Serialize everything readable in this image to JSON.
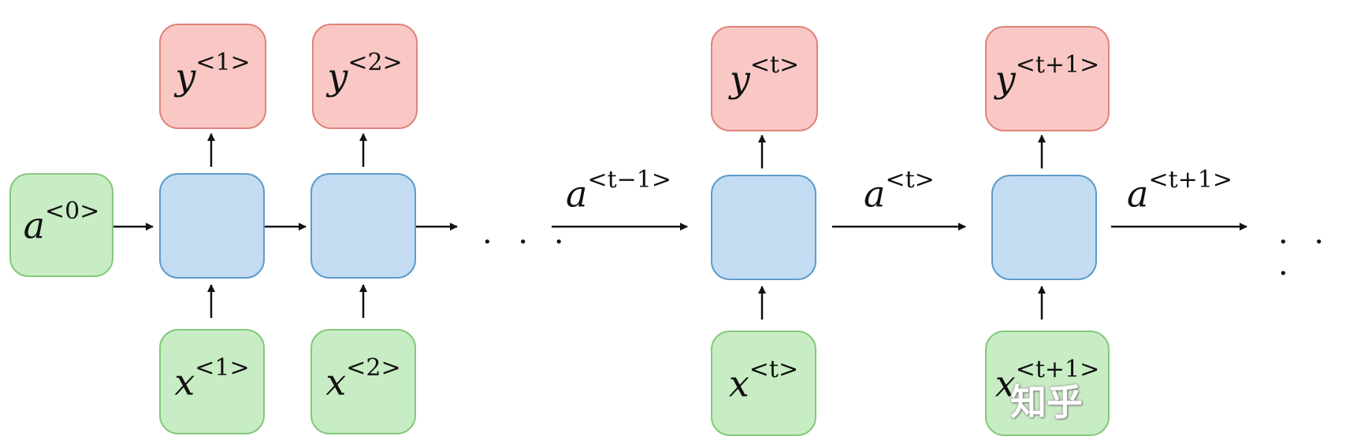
{
  "diagram": {
    "outputs": [
      {
        "base": "y",
        "sup": "<1>"
      },
      {
        "base": "y",
        "sup": "<2>"
      },
      {
        "base": "y",
        "sup": "<t>"
      },
      {
        "base": "y",
        "sup": "<t+1>"
      }
    ],
    "inputs": [
      {
        "base": "x",
        "sup": "<1>"
      },
      {
        "base": "x",
        "sup": "<2>"
      },
      {
        "base": "x",
        "sup": "<t>"
      },
      {
        "base": "x",
        "sup": "<t+1>"
      }
    ],
    "initial_activation": {
      "base": "a",
      "sup": "<0>"
    },
    "activations": [
      {
        "base": "a",
        "sup": "<t−1>"
      },
      {
        "base": "a",
        "sup": "<t>"
      },
      {
        "base": "a",
        "sup": "<t+1>"
      }
    ],
    "ellipsis": "· · ·",
    "watermark": "知乎",
    "colors": {
      "output": "#f9c8c4",
      "input": "#c8ecc4",
      "cell": "#c3dcf1",
      "arrow": "#111111"
    }
  }
}
